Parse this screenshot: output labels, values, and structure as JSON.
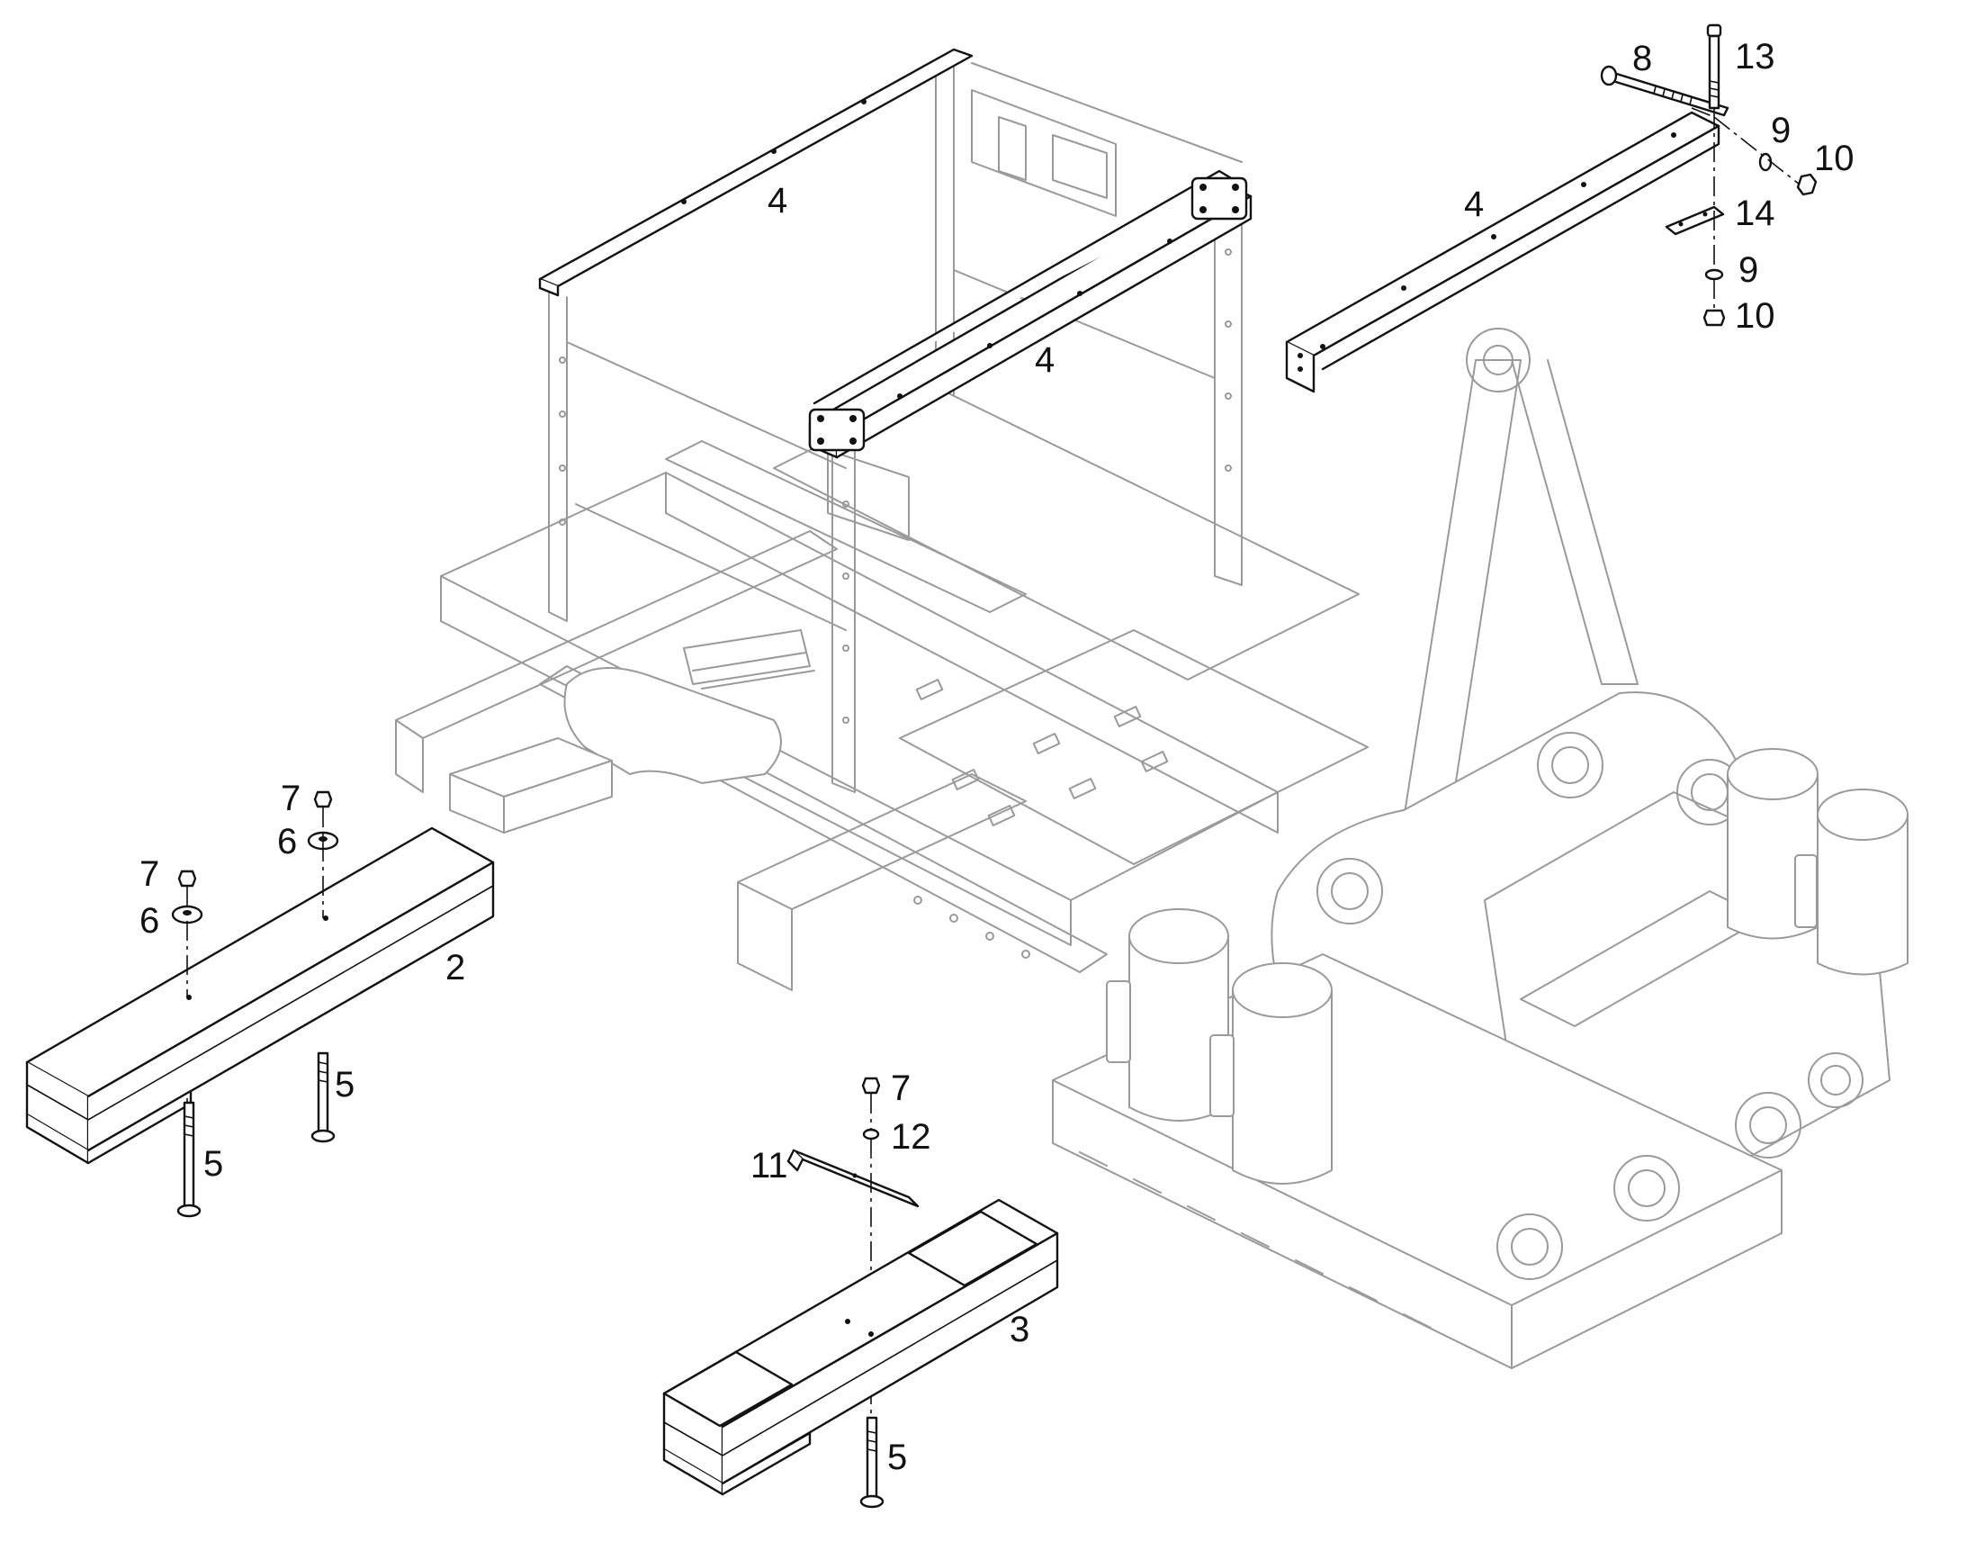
{
  "callouts": {
    "frame_top_left": "4",
    "frame_top_front": "4",
    "beam_loose": "4",
    "bolt_long_8": "8",
    "bolt_vertical_13": "13",
    "washer_upper_9": "9",
    "nut_upper_10": "10",
    "plate_14": "14",
    "washer_lower_9": "9",
    "nut_lower_10": "10",
    "nut_a_7": "7",
    "washer_a_6": "6",
    "nut_b_7": "7",
    "washer_b_6": "6",
    "counterweight_2": "2",
    "bolt_a_5": "5",
    "bolt_b_5": "5",
    "nut_c_7": "7",
    "washer_12": "12",
    "bracket_11": "11",
    "counterweight_3": "3",
    "bolt_c_5": "5"
  },
  "colors": {
    "part_outline": "#111111",
    "ghost_outline": "#9a9a9a",
    "background": "#ffffff"
  }
}
